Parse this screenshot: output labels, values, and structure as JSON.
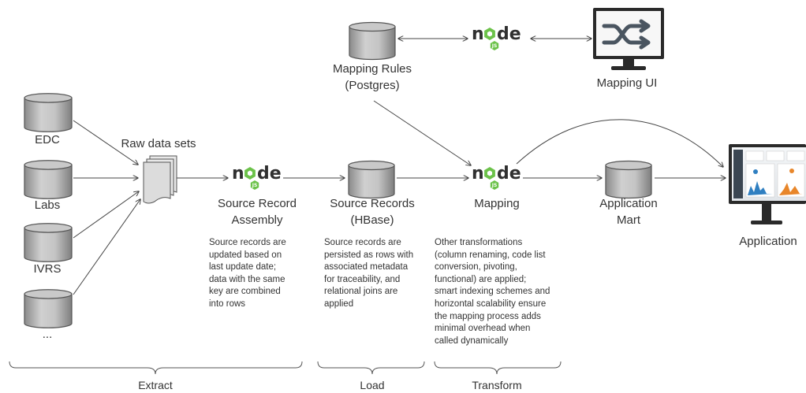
{
  "sources": {
    "edc": "EDC",
    "labs": "Labs",
    "ivrs": "IVRS",
    "more": "..."
  },
  "raw_data_sets": "Raw data sets",
  "node_logo": {
    "text": "node",
    "badge": "JS",
    "color": "#6cc24a"
  },
  "source_record_assembly": {
    "line1": "Source Record",
    "line2": "Assembly",
    "note": [
      "Source records are",
      "updated based on",
      "last update date;",
      "data with the same",
      "key are combined",
      "into rows"
    ]
  },
  "source_records_hbase": {
    "line1": "Source Records",
    "line2": "(HBase)",
    "note": [
      "Source records are",
      "persisted as rows with",
      "associated metadata",
      "for traceability, and",
      "relational joins are",
      "applied"
    ]
  },
  "mapping_rules": {
    "line1": "Mapping Rules",
    "line2": "(Postgres)"
  },
  "mapping_ui": "Mapping UI",
  "mapping": {
    "label": "Mapping",
    "note": [
      "Other transformations",
      "(column renaming, code list",
      "conversion, pivoting,",
      "functional) are applied;",
      "smart indexing schemes and",
      "horizontal scalability ensure",
      "the mapping process adds",
      "minimal overhead when",
      "called dynamically"
    ]
  },
  "application_mart": {
    "line1": "Application",
    "line2": "Mart"
  },
  "application": "Application",
  "phases": {
    "extract": "Extract",
    "load": "Load",
    "transform": "Transform"
  }
}
